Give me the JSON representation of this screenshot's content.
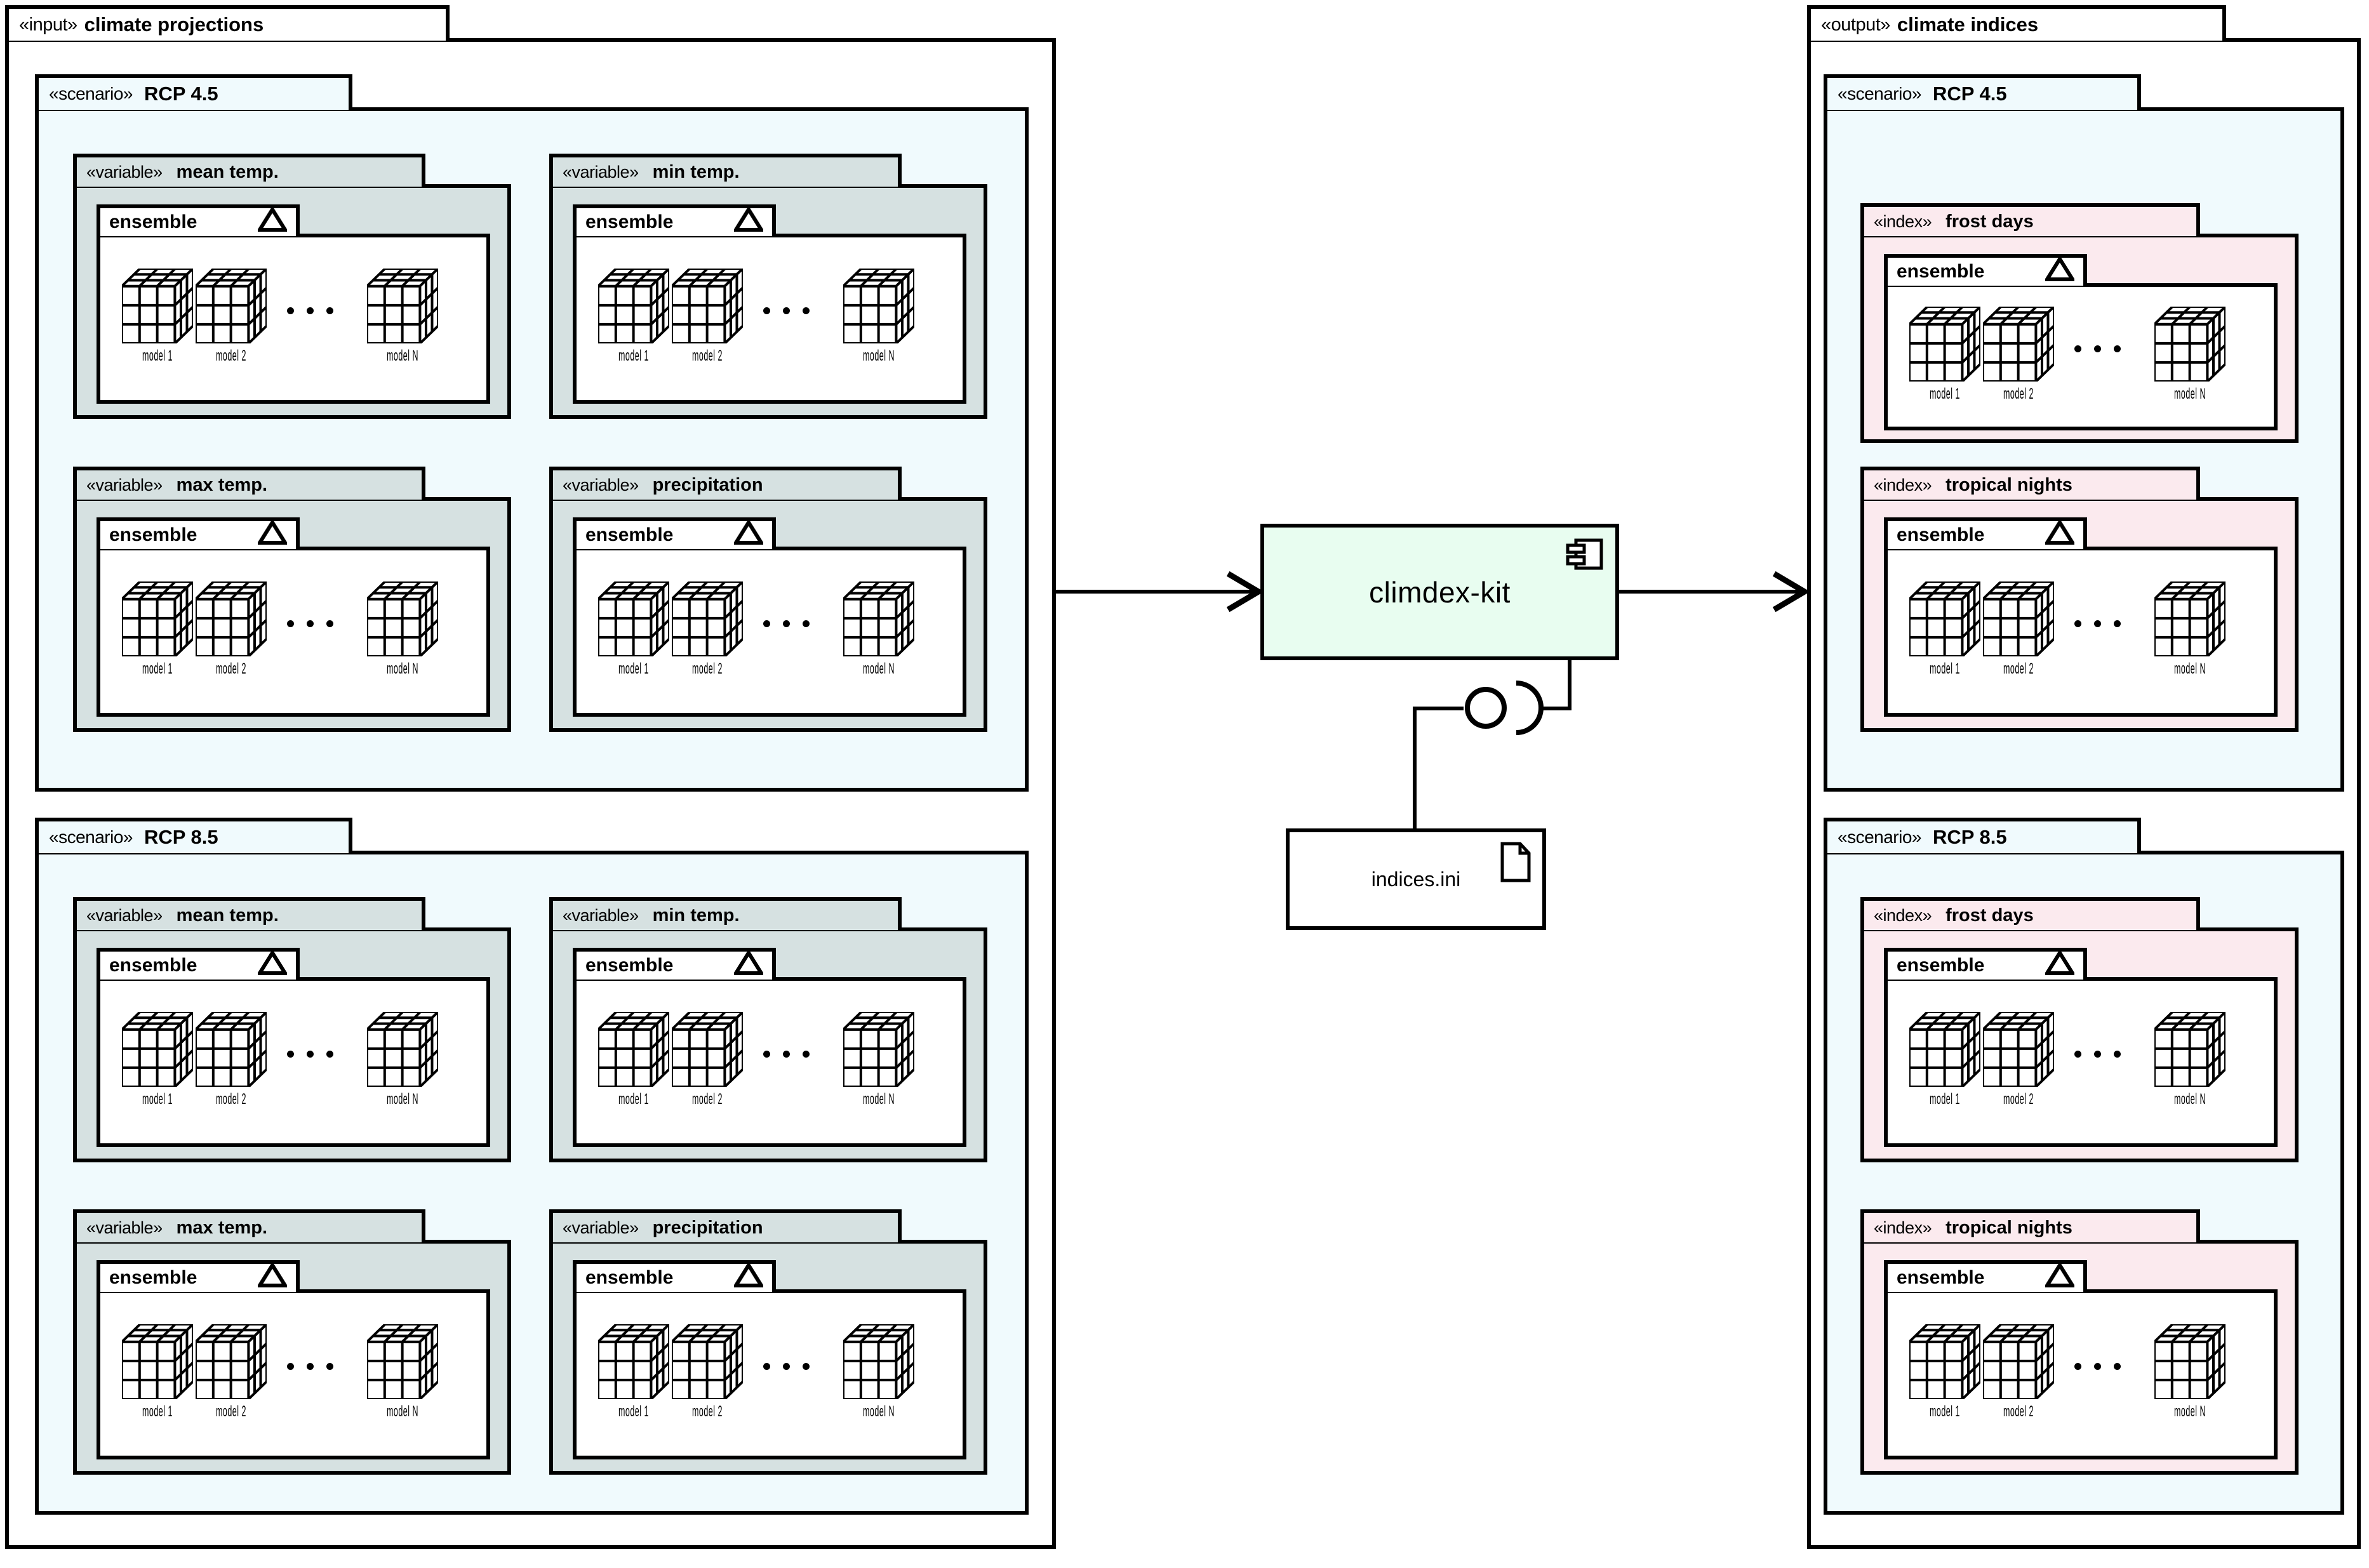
{
  "diagram": {
    "title": "climdex-kit UML component diagram",
    "colors": {
      "scenario_bg": "#f0fafd",
      "variable_bg": "#d6e1e1",
      "index_bg": "#fbeaee",
      "component_bg": "#e8fdf0",
      "artifact_bg": "#ffffff",
      "stroke": "#000000"
    }
  },
  "input_boundary": {
    "stereotype": "«input»",
    "name": "climate projections",
    "scenarios": [
      {
        "stereotype": "«scenario»",
        "name": "RCP 4.5",
        "variables": [
          {
            "stereotype": "«variable»",
            "name": "mean temp.",
            "ensemble": {
              "label": "ensemble",
              "icon": "triangle-icon",
              "models": [
                "model 1",
                "model 2",
                "model N"
              ]
            }
          },
          {
            "stereotype": "«variable»",
            "name": "min temp.",
            "ensemble": {
              "label": "ensemble",
              "icon": "triangle-icon",
              "models": [
                "model 1",
                "model 2",
                "model N"
              ]
            }
          },
          {
            "stereotype": "«variable»",
            "name": "max temp.",
            "ensemble": {
              "label": "ensemble",
              "icon": "triangle-icon",
              "models": [
                "model 1",
                "model 2",
                "model N"
              ]
            }
          },
          {
            "stereotype": "«variable»",
            "name": "precipitation",
            "ensemble": {
              "label": "ensemble",
              "icon": "triangle-icon",
              "models": [
                "model 1",
                "model 2",
                "model N"
              ]
            }
          }
        ]
      },
      {
        "stereotype": "«scenario»",
        "name": "RCP 8.5",
        "variables": [
          {
            "stereotype": "«variable»",
            "name": "mean temp.",
            "ensemble": {
              "label": "ensemble",
              "icon": "triangle-icon",
              "models": [
                "model 1",
                "model 2",
                "model N"
              ]
            }
          },
          {
            "stereotype": "«variable»",
            "name": "min temp.",
            "ensemble": {
              "label": "ensemble",
              "icon": "triangle-icon",
              "models": [
                "model 1",
                "model 2",
                "model N"
              ]
            }
          },
          {
            "stereotype": "«variable»",
            "name": "max temp.",
            "ensemble": {
              "label": "ensemble",
              "icon": "triangle-icon",
              "models": [
                "model 1",
                "model 2",
                "model N"
              ]
            }
          },
          {
            "stereotype": "«variable»",
            "name": "precipitation",
            "ensemble": {
              "label": "ensemble",
              "icon": "triangle-icon",
              "models": [
                "model 1",
                "model 2",
                "model N"
              ]
            }
          }
        ]
      }
    ]
  },
  "output_boundary": {
    "stereotype": "«output»",
    "name": "climate indices",
    "scenarios": [
      {
        "stereotype": "«scenario»",
        "name": "RCP 4.5",
        "indices": [
          {
            "stereotype": "«index»",
            "name": "frost days",
            "ensemble": {
              "label": "ensemble",
              "icon": "triangle-icon",
              "models": [
                "model 1",
                "model 2",
                "model N"
              ]
            }
          },
          {
            "stereotype": "«index»",
            "name": "tropical nights",
            "ensemble": {
              "label": "ensemble",
              "icon": "triangle-icon",
              "models": [
                "model 1",
                "model 2",
                "model N"
              ]
            }
          }
        ]
      },
      {
        "stereotype": "«scenario»",
        "name": "RCP 8.5",
        "indices": [
          {
            "stereotype": "«index»",
            "name": "frost days",
            "ensemble": {
              "label": "ensemble",
              "icon": "triangle-icon",
              "models": [
                "model 1",
                "model 2",
                "model N"
              ]
            }
          },
          {
            "stereotype": "«index»",
            "name": "tropical nights",
            "ensemble": {
              "label": "ensemble",
              "icon": "triangle-icon",
              "models": [
                "model 1",
                "model 2",
                "model N"
              ]
            }
          }
        ]
      }
    ]
  },
  "component": {
    "name": "climdex-kit",
    "icon": "component-icon"
  },
  "artifact": {
    "name": "indices.ini",
    "icon": "document-icon"
  },
  "connectors": {
    "input_arrow": "open-arrow-right",
    "output_arrow": "open-arrow-right",
    "config_interface": "ball-and-socket"
  }
}
